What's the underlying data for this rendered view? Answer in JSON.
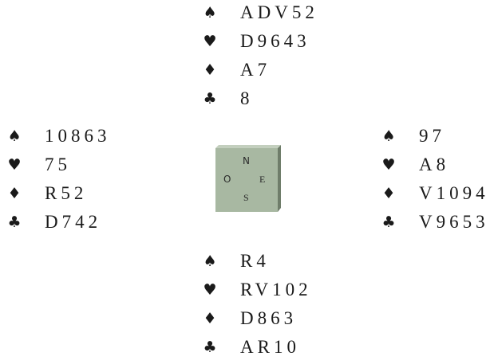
{
  "suit_symbols": {
    "spades": "♠",
    "hearts": "♥",
    "diamonds": "♦",
    "clubs": "♣"
  },
  "hands": {
    "north": {
      "spades": "ADV52",
      "hearts": "D9643",
      "diamonds": "A7",
      "clubs": "8"
    },
    "west": {
      "spades": "10863",
      "hearts": "75",
      "diamonds": "R52",
      "clubs": "D742"
    },
    "east": {
      "spades": "97",
      "hearts": "A8",
      "diamonds": "V1094",
      "clubs": "V9653"
    },
    "south": {
      "spades": "R4",
      "hearts": "RV102",
      "diamonds": "D863",
      "clubs": "AR10"
    }
  },
  "compass": {
    "north": "N",
    "west": "O",
    "east": "E",
    "south": "S",
    "face_color": "#a8b8a2",
    "side_color": "#6f7d6a"
  }
}
